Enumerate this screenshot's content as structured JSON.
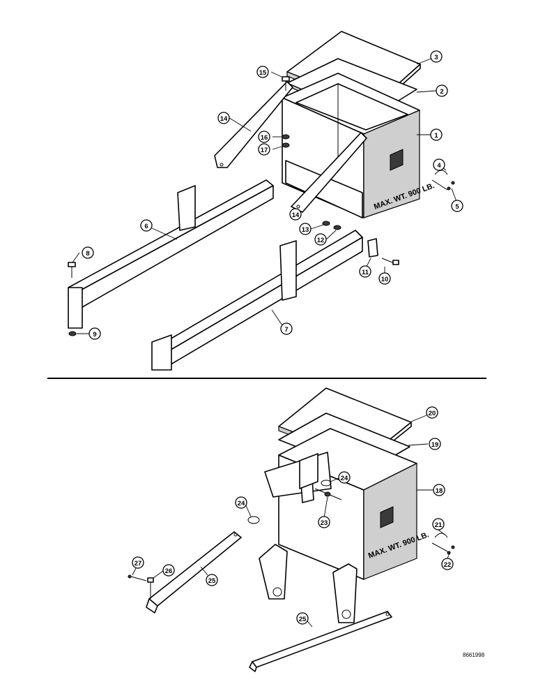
{
  "upper_assembly": {
    "box_stamp": "MAX. WT. 900 LB.",
    "callouts": [
      "1",
      "2",
      "3",
      "4",
      "5",
      "6",
      "7",
      "8",
      "9",
      "10",
      "11",
      "12",
      "13",
      "14",
      "14",
      "15",
      "16",
      "17"
    ]
  },
  "lower_assembly": {
    "box_stamp": "MAX. WT. 900 LB.",
    "callouts": [
      "18",
      "19",
      "20",
      "21",
      "22",
      "23",
      "24",
      "24",
      "25",
      "25",
      "26",
      "27"
    ]
  },
  "drawing_number": "8661998"
}
